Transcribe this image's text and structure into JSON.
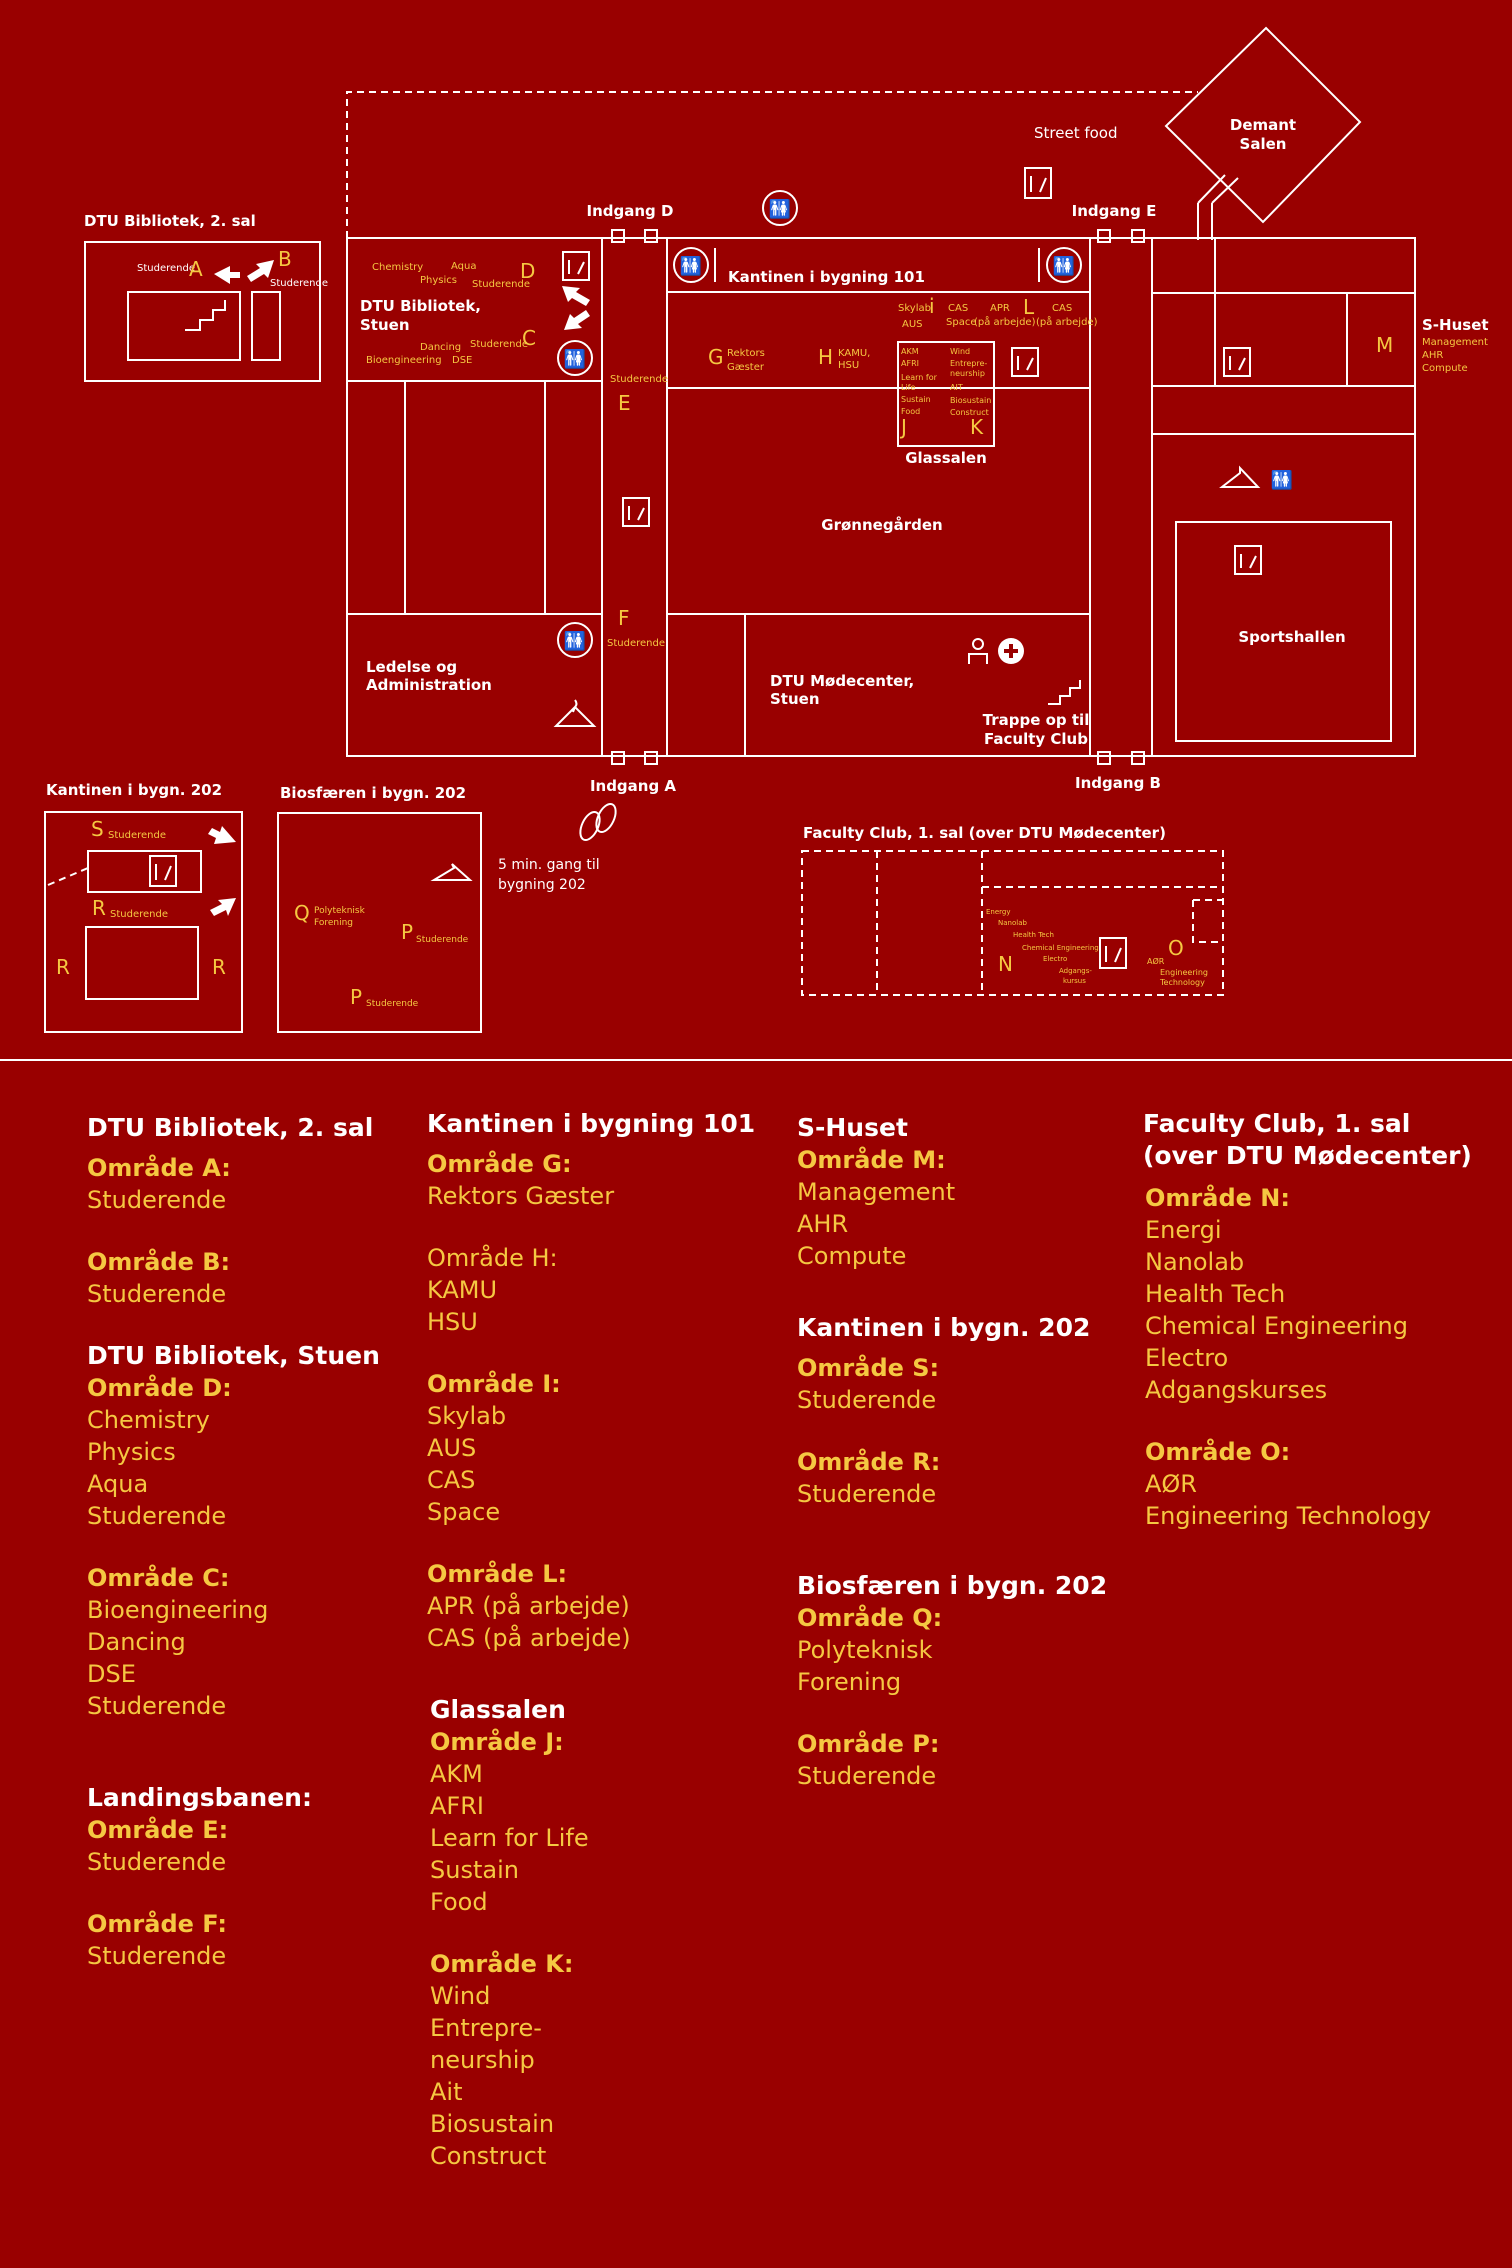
{
  "map": {
    "street_food": "Street food",
    "demant": [
      "Demant",
      "Salen"
    ],
    "entrances": {
      "d": "Indgang D",
      "e": "Indgang E",
      "a": "Indgang A",
      "b": "Indgang B"
    },
    "bib2": {
      "title": "DTU Bibliotek, 2. sal",
      "a": "A",
      "b": "B",
      "stud_a": "Studerende",
      "stud_b": "Studerende"
    },
    "bib_stuen": {
      "name": [
        "DTU Bibliotek,",
        "Stuen"
      ],
      "chemistry": "Chemistry",
      "aqua": "Aqua",
      "physics": "Physics",
      "stud_d": "Studerende",
      "d": "D",
      "dancing": "Dancing",
      "stud_c": "Studerende",
      "c": "C",
      "bioeng": "Bioengineering",
      "dse": "DSE"
    },
    "landing": {
      "stud_e": "Studerende",
      "e": "E",
      "f": "F",
      "stud_f": "Studerende"
    },
    "kantine101": {
      "name": "Kantinen i bygning 101",
      "g": "G",
      "rektors": [
        "Rektors",
        "Gæster"
      ],
      "h": "H",
      "kamu": [
        "KAMU,",
        "HSU"
      ],
      "skylab": [
        "Skylab",
        "AUS"
      ],
      "i": "i",
      "cas": [
        "CAS",
        "Space"
      ],
      "apr": [
        "APR",
        "(på arbejde)"
      ],
      "l": "L",
      "cas2": [
        "CAS",
        "(på arbejde)"
      ]
    },
    "glassalen": {
      "name": "Glassalen",
      "left": [
        "AKM",
        "AFRI",
        "Learn for",
        "Life",
        "Sustain",
        "Food"
      ],
      "right": [
        "Wind",
        "Entrepre-",
        "neurship",
        "AIT",
        "Biosustain",
        "Construct"
      ],
      "j": "J",
      "k": "K"
    },
    "gronnegarden": "Grønnegården",
    "ledelse": [
      "Ledelse og",
      "Administration"
    ],
    "modecenter": [
      "DTU Mødecenter,",
      "Stuen"
    ],
    "trappe": [
      "Trappe op til",
      "Faculty Club"
    ],
    "shuset": {
      "name": "S-Huset",
      "m": "M",
      "items": [
        "Management",
        "AHR",
        "Compute"
      ]
    },
    "sportshallen": "Sportshallen",
    "kantine202": {
      "title": "Kantinen i bygn. 202",
      "s": "S",
      "stud_s": "Studerende",
      "r": "R",
      "stud_r": "Studerende",
      "r_left": "R",
      "r_right": "R"
    },
    "bio202": {
      "title": "Biosfæren i bygn. 202",
      "q": "Q",
      "q_items": [
        "Polyteknisk",
        "Forening"
      ],
      "p1": "P",
      "stud_p1": "Studerende",
      "p2": "P",
      "stud_p2": "Studerende"
    },
    "walk": [
      "5 min. gang til",
      "bygning 202"
    ],
    "faculty": {
      "title": "Faculty Club, 1. sal (over DTU Mødecenter)",
      "n_items": [
        "Energy",
        "Nanolab",
        "Health Tech",
        "Chemical Engineering",
        "Electro",
        "Adgangs-",
        "kursus"
      ],
      "n": "N",
      "o": "O",
      "o_items": [
        "AØR",
        "Engineering",
        "Technology"
      ]
    }
  },
  "legend": {
    "col1": {
      "bib2_title": "DTU Bibliotek, 2. sal",
      "a_label": "Område A:",
      "a_items": [
        "Studerende"
      ],
      "b_label": "Område B:",
      "b_items": [
        "Studerende"
      ],
      "stuen_title": "DTU Bibliotek, Stuen",
      "d_label": "Område D:",
      "d_items": [
        "Chemistry",
        "Physics",
        "Aqua",
        "Studerende"
      ],
      "c_label": "Område C:",
      "c_items": [
        "Bioengineering",
        "Dancing",
        "DSE",
        "Studerende"
      ],
      "landing_title": "Landingsbanen:",
      "e_label": "Område E:",
      "e_items": [
        "Studerende"
      ],
      "f_label": "Område F:",
      "f_items": [
        "Studerende"
      ]
    },
    "col2": {
      "k101_title": "Kantinen i bygning 101",
      "g_label": "Område G:",
      "g_items": [
        "Rektors Gæster"
      ],
      "h_label": "Område H:",
      "h_items": [
        "KAMU",
        "HSU"
      ],
      "i_label": "Område I:",
      "i_items": [
        "Skylab",
        "AUS",
        "CAS",
        "Space"
      ],
      "l_label": "Område L:",
      "l_items": [
        "APR (på arbejde)",
        "CAS (på arbejde)"
      ],
      "glas_title": "Glassalen",
      "j_label": "Område J:",
      "j_items": [
        "AKM",
        "AFRI",
        "Learn for Life",
        "Sustain",
        "Food"
      ],
      "k_label": "Område K:",
      "k_items": [
        "Wind",
        "Entrepre-",
        "neurship",
        "Ait",
        "Biosustain",
        "Construct"
      ]
    },
    "col3": {
      "shuset_title": "S-Huset",
      "m_label": "Område M:",
      "m_items": [
        "Management",
        "AHR",
        "Compute"
      ],
      "k202_title": "Kantinen i bygn. 202",
      "s_label": "Område S:",
      "s_items": [
        "Studerende"
      ],
      "r_label": "Område R:",
      "r_items": [
        "Studerende"
      ],
      "bio_title": "Biosfæren i bygn. 202",
      "q_label": "Område Q:",
      "q_items": [
        "Polyteknisk",
        "Forening"
      ],
      "p_label": "Område P:",
      "p_items": [
        "Studerende"
      ]
    },
    "col4": {
      "fc_title": [
        "Faculty Club, 1. sal",
        "(over DTU Mødecenter)"
      ],
      "n_label": "Område N:",
      "n_items": [
        "Energi",
        "Nanolab",
        "Health Tech",
        "Chemical Engineering",
        "Electro",
        "Adgangskurses"
      ],
      "o_label": "Område O:",
      "o_items": [
        "AØR",
        "Engineering Technology"
      ]
    }
  },
  "colors": {
    "background": "#990000",
    "line": "#ffffff",
    "accent": "#f5c842"
  }
}
